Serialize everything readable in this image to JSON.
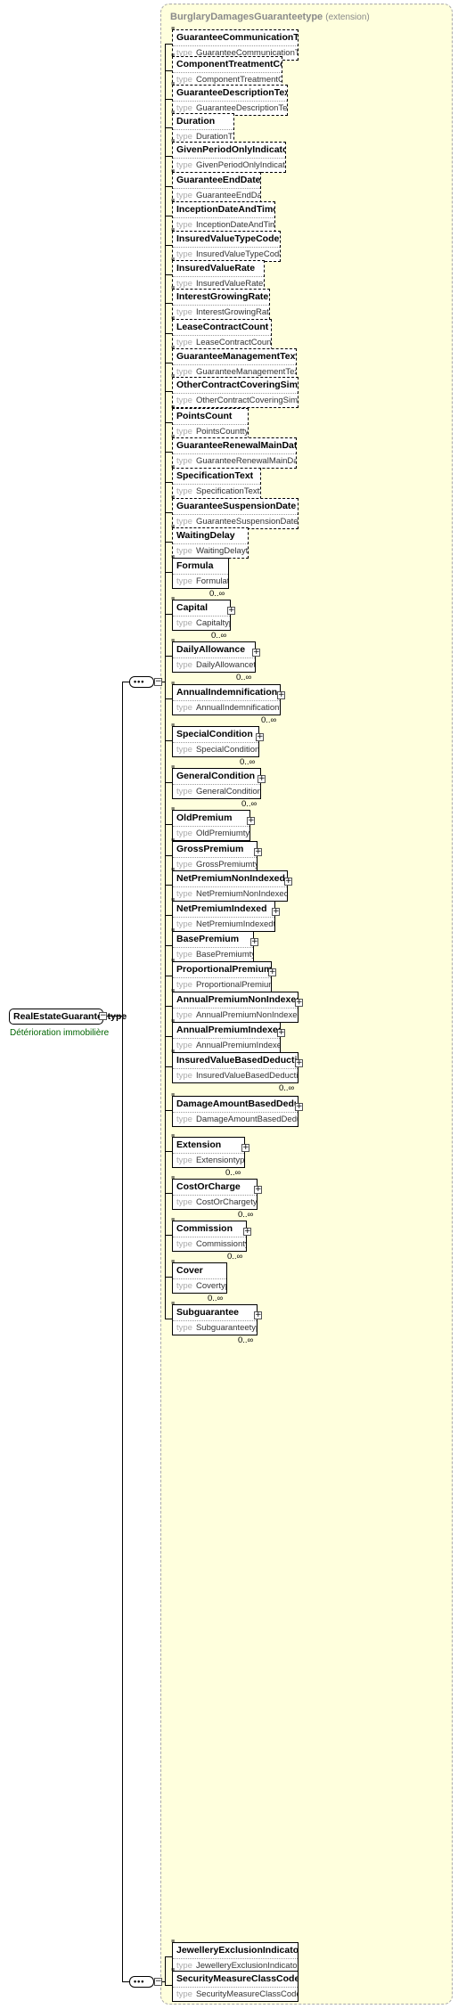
{
  "root": {
    "name": "RealEstateGuaranteetype",
    "documentation": "Détérioration immobilière"
  },
  "extension": {
    "name": "BurglaryDamagesGuaranteetype",
    "kind": "(extension)"
  },
  "type_keyword": "type",
  "seq1": [
    {
      "name": "GuaranteeCommunicationText",
      "type": "GuaranteeCommunicationTexttype"
    },
    {
      "name": "ComponentTreatmentCode",
      "type": "ComponentTreatmentCodetype"
    },
    {
      "name": "GuaranteeDescriptionText",
      "type": "GuaranteeDescriptionTexttype"
    },
    {
      "name": "Duration",
      "type": "DurationTimetype"
    },
    {
      "name": "GivenPeriodOnlyIndicator",
      "type": "GivenPeriodOnlyIndicatortype"
    },
    {
      "name": "GuaranteeEndDate",
      "type": "GuaranteeEndDatetype"
    },
    {
      "name": "InceptionDateAndTime",
      "type": "InceptionDateAndTimetype"
    },
    {
      "name": "InsuredValueTypeCode",
      "type": "InsuredValueTypeCodetype"
    },
    {
      "name": "InsuredValueRate",
      "type": "InsuredValueRatetype"
    },
    {
      "name": "InterestGrowingRate",
      "type": "InterestGrowingRatetype"
    },
    {
      "name": "LeaseContractCount",
      "type": "LeaseContractCounttype"
    },
    {
      "name": "GuaranteeManagementText",
      "type": "GuaranteeManagementTexttype"
    },
    {
      "name": "OtherContractCoveringSimilarG...",
      "type": "OtherContractCoveringSimilarGu..."
    },
    {
      "name": "PointsCount",
      "type": "PointsCounttype"
    },
    {
      "name": "GuaranteeRenewalMainDate",
      "type": "GuaranteeRenewalMainDatetype"
    },
    {
      "name": "SpecificationText",
      "type": "SpecificationTexttype"
    },
    {
      "name": "GuaranteeSuspensionDate",
      "type": "GuaranteeSuspensionDatetype"
    },
    {
      "name": "WaitingDelay",
      "type": "WaitingDelaytype"
    },
    {
      "name": "Formula",
      "type": "Formulatype",
      "card": "0..∞"
    },
    {
      "name": "Capital",
      "type": "Capitaltype",
      "card": "0..∞"
    },
    {
      "name": "DailyAllowance",
      "type": "DailyAllowancetype",
      "card": "0..∞"
    },
    {
      "name": "AnnualIndemnification",
      "type": "AnnualIndemnificationtype",
      "card": "0..∞"
    },
    {
      "name": "SpecialCondition",
      "type": "SpecialConditiontype",
      "card": "0..∞"
    },
    {
      "name": "GeneralCondition",
      "type": "GeneralConditiontype",
      "card": "0..∞"
    },
    {
      "name": "OldPremium",
      "type": "OldPremiumtype"
    },
    {
      "name": "GrossPremium",
      "type": "GrossPremiumtype"
    },
    {
      "name": "NetPremiumNonIndexed",
      "type": "NetPremiumNonIndexedtype"
    },
    {
      "name": "NetPremiumIndexed",
      "type": "NetPremiumIndexedtype"
    },
    {
      "name": "BasePremium",
      "type": "BasePremiumtype"
    },
    {
      "name": "ProportionalPremium",
      "type": "ProportionalPremiumtype"
    },
    {
      "name": "AnnualPremiumNonIndexed",
      "type": "AnnualPremiumNonIndexedtype"
    },
    {
      "name": "AnnualPremiumIndexed",
      "type": "AnnualPremiumIndexedtype"
    },
    {
      "name": "InsuredValueBasedDeductible",
      "type": "InsuredValueBasedDeductiblet...",
      "card": "0..∞"
    },
    {
      "name": "DamageAmountBasedDeductible",
      "type": "DamageAmountBasedDeductibl..."
    },
    {
      "name": "Extension",
      "type": "Extensiontype",
      "card": "0..∞"
    },
    {
      "name": "CostOrCharge",
      "type": "CostOrChargetype",
      "card": "0..∞"
    },
    {
      "name": "Commission",
      "type": "Commissiontype",
      "card": "0..∞"
    },
    {
      "name": "Cover",
      "type": "Covertype",
      "card": "0..∞"
    },
    {
      "name": "Subguarantee",
      "type": "Subguaranteetype",
      "card": "0..∞"
    }
  ],
  "seq2": [
    {
      "name": "JewelleryExclusionIndicator",
      "type": "JewelleryExclusionIndicatortype"
    },
    {
      "name": "SecurityMeasureClassCode",
      "type": "SecurityMeasureClassCodetype"
    }
  ]
}
